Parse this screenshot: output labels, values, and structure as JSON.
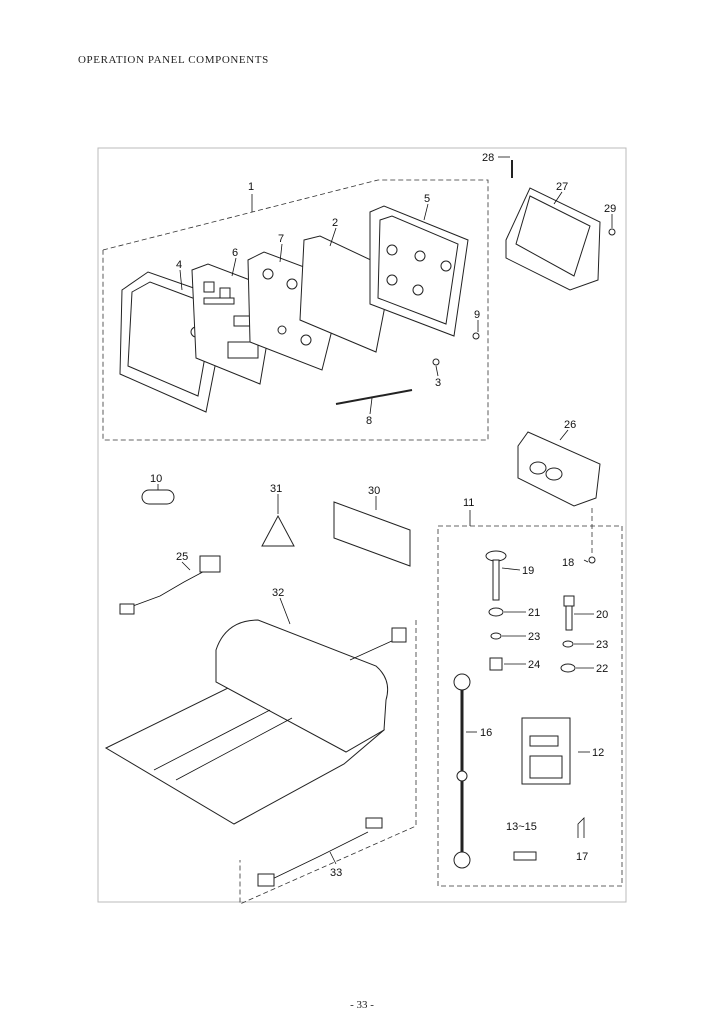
{
  "page": {
    "title": "OPERATION PANEL COMPONENTS",
    "page_number": "- 33 -"
  },
  "callouts": {
    "c1": "1",
    "c2": "2",
    "c3": "3",
    "c4": "4",
    "c5": "5",
    "c6": "6",
    "c7": "7",
    "c8": "8",
    "c9": "9",
    "c10": "10",
    "c11": "11",
    "c12": "12",
    "c13_15": "13~15",
    "c16": "16",
    "c17": "17",
    "c18": "18",
    "c19": "19",
    "c20": "20",
    "c21": "21",
    "c22": "22",
    "c23a": "23",
    "c23b": "23",
    "c24": "24",
    "c25": "25",
    "c26": "26",
    "c27": "27",
    "c28": "28",
    "c29": "29",
    "c30": "30",
    "c31": "31",
    "c32": "32",
    "c33": "33"
  }
}
